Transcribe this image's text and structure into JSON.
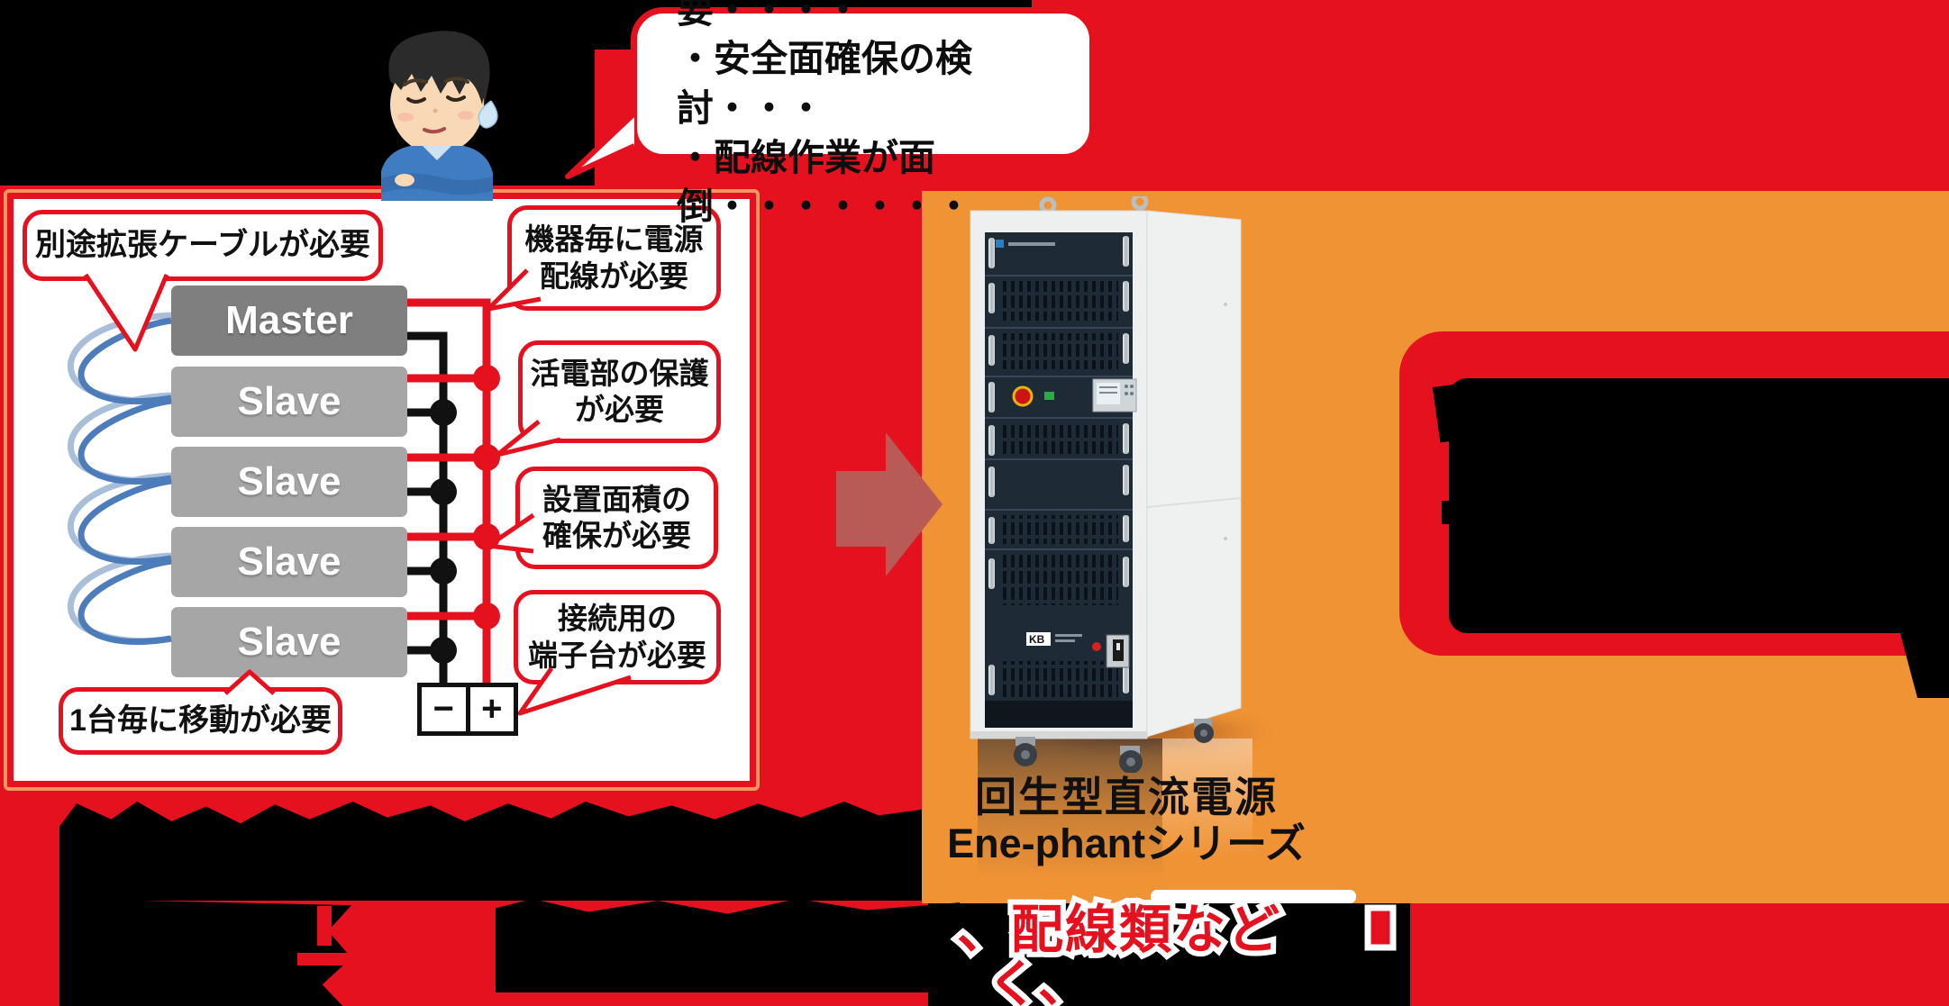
{
  "colors": {
    "red": "#e6111f",
    "orange": "#f09335",
    "arrow": "#b85a55",
    "master_gray": "#7f7f7f",
    "slave_gray": "#a6a6a6",
    "cable_light_blue": "#a9bed8",
    "cable_dark_blue": "#4c7cba"
  },
  "thought_bubble": {
    "lines": [
      "・システムラックが必要・・・・",
      "・安全面確保の検討・・・",
      "・配線作業が面倒・・・・・・・"
    ]
  },
  "diagram": {
    "callout_cable": "別途拡張ケーブルが必要",
    "callout_power": {
      "line1": "機器毎に電源",
      "line2": "配線が必要"
    },
    "callout_live": {
      "line1": "活電部の保護",
      "line2": "が必要"
    },
    "callout_area": {
      "line1": "設置面積の",
      "line2": "確保が必要"
    },
    "callout_terminal": {
      "line1": "接続用の",
      "line2": "端子台が必要"
    },
    "callout_move": "1台毎に移動が必要",
    "boxes": [
      "Master",
      "Slave",
      "Slave",
      "Slave",
      "Slave"
    ],
    "terminal_minus": "−",
    "terminal_plus": "+"
  },
  "product": {
    "name_line1": "回生型直流電源",
    "name_line2": "Ene-phantシリーズ",
    "logo": "KB"
  },
  "bottom_text": {
    "fragment1": "、配線類など",
    "fragment2": "く、"
  }
}
